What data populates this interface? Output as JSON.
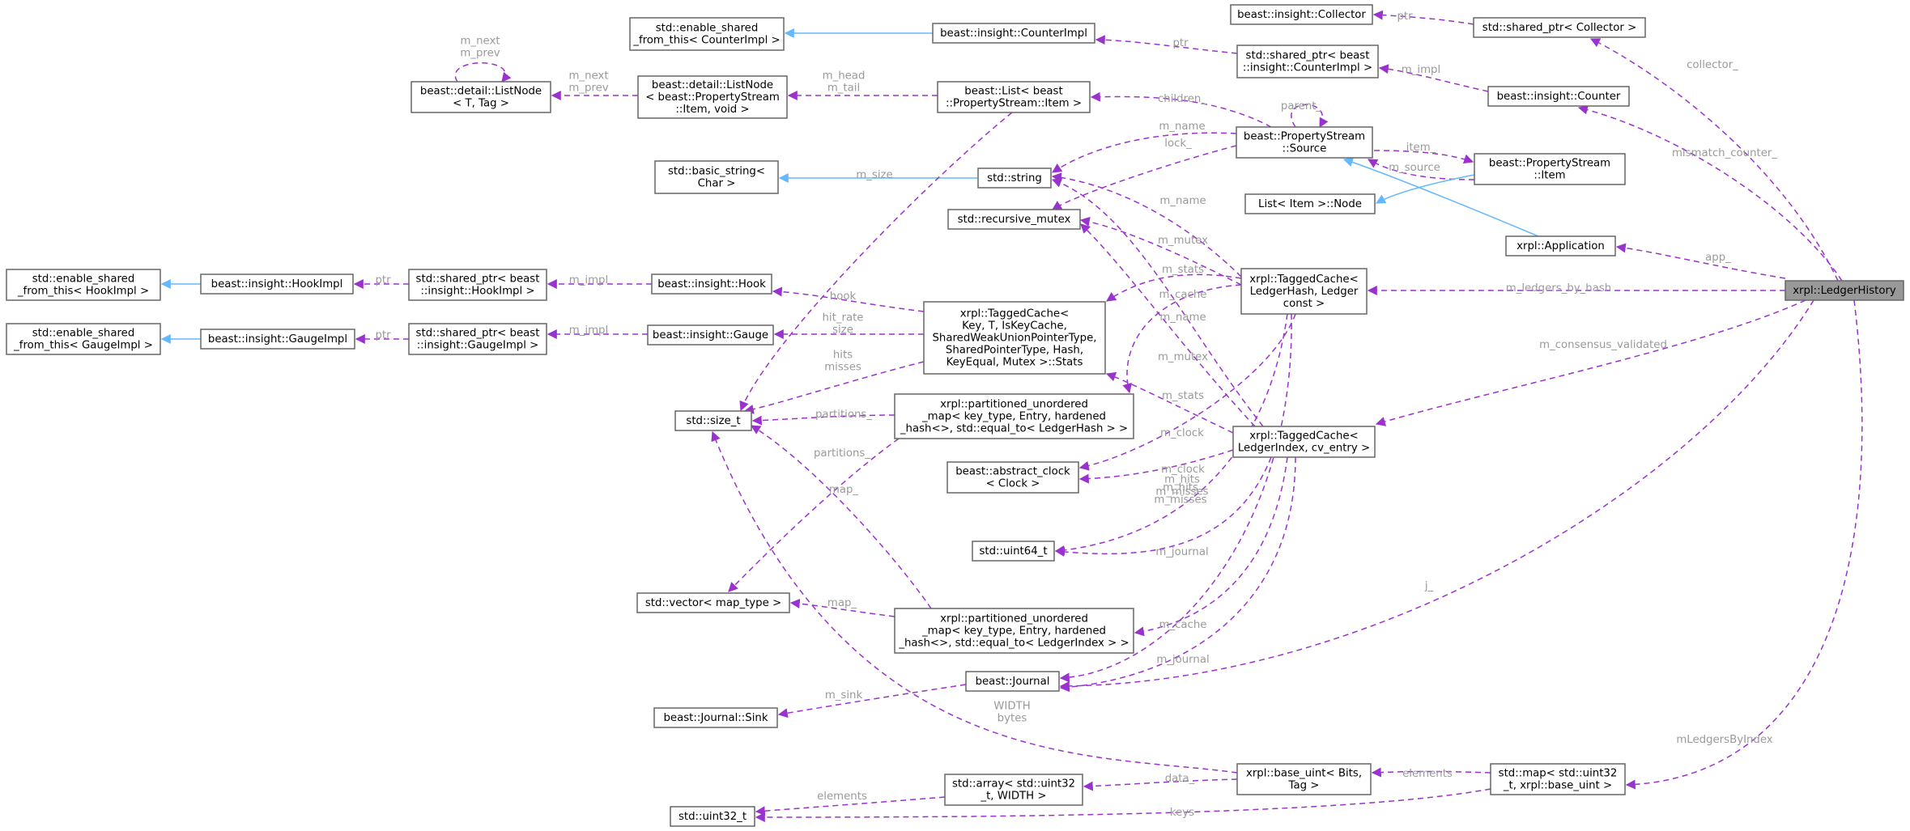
{
  "focus_node": "n_ledgerhistory",
  "colors": {
    "node_border": "#666666",
    "focus_fill": "#999999",
    "dependency_edge": "#9a32cd",
    "inheritance_edge": "#63b8ff",
    "edge_label": "#9a9a9a"
  },
  "nodes": [
    {
      "id": "n_collector",
      "lines": [
        "beast::insight::Collector"
      ]
    },
    {
      "id": "n_sp_collector",
      "lines": [
        "std::shared_ptr< Collector >"
      ]
    },
    {
      "id": "n_esft_counterimpl",
      "lines": [
        "std::enable_shared",
        "_from_this< CounterImpl >"
      ]
    },
    {
      "id": "n_counterimpl",
      "lines": [
        "beast::insight::CounterImpl"
      ]
    },
    {
      "id": "n_sp_counterimpl",
      "lines": [
        "std::shared_ptr< beast",
        "::insight::CounterImpl >"
      ]
    },
    {
      "id": "n_counter",
      "lines": [
        "beast::insight::Counter"
      ]
    },
    {
      "id": "n_listnode_ttag",
      "lines": [
        "beast::detail::ListNode",
        "< T, Tag >"
      ]
    },
    {
      "id": "n_listnode_item",
      "lines": [
        "beast::detail::ListNode",
        "< beast::PropertyStream",
        "::Item, void >"
      ]
    },
    {
      "id": "n_list_item",
      "lines": [
        "beast::List< beast",
        "::PropertyStream::Item >"
      ]
    },
    {
      "id": "n_ps_source",
      "lines": [
        "beast::PropertyStream",
        "::Source"
      ]
    },
    {
      "id": "n_ps_item",
      "lines": [
        "beast::PropertyStream",
        "::Item"
      ]
    },
    {
      "id": "n_basic_string",
      "lines": [
        "std::basic_string<",
        "Char >"
      ]
    },
    {
      "id": "n_string",
      "lines": [
        "std::string"
      ]
    },
    {
      "id": "n_list_node",
      "lines": [
        "List< Item >::Node"
      ]
    },
    {
      "id": "n_recursive_mutex",
      "lines": [
        "std::recursive_mutex"
      ]
    },
    {
      "id": "n_application",
      "lines": [
        "xrpl::Application"
      ]
    },
    {
      "id": "n_ledgerhistory",
      "lines": [
        "xrpl::LedgerHistory"
      ]
    },
    {
      "id": "n_esft_hookimpl",
      "lines": [
        "std::enable_shared",
        "_from_this< HookImpl >"
      ]
    },
    {
      "id": "n_hookimpl",
      "lines": [
        "beast::insight::HookImpl"
      ]
    },
    {
      "id": "n_sp_hookimpl",
      "lines": [
        "std::shared_ptr< beast",
        "::insight::HookImpl >"
      ]
    },
    {
      "id": "n_hook",
      "lines": [
        "beast::insight::Hook"
      ]
    },
    {
      "id": "n_tc_stats",
      "lines": [
        "xrpl::TaggedCache<",
        "Key, T, IsKeyCache,",
        "SharedWeakUnionPointerType,",
        "SharedPointerType, Hash,",
        "KeyEqual, Mutex >::Stats"
      ]
    },
    {
      "id": "n_tc_ledgerhash",
      "lines": [
        "xrpl::TaggedCache<",
        "LedgerHash, Ledger",
        "const >"
      ]
    },
    {
      "id": "n_esft_gaugeimpl",
      "lines": [
        "std::enable_shared",
        "_from_this< GaugeImpl >"
      ]
    },
    {
      "id": "n_gaugeimpl",
      "lines": [
        "beast::insight::GaugeImpl"
      ]
    },
    {
      "id": "n_sp_gaugeimpl",
      "lines": [
        "std::shared_ptr< beast",
        "::insight::GaugeImpl >"
      ]
    },
    {
      "id": "n_gauge",
      "lines": [
        "beast::insight::Gauge"
      ]
    },
    {
      "id": "n_size_t",
      "lines": [
        "std::size_t"
      ]
    },
    {
      "id": "n_pum_hash",
      "lines": [
        "xrpl::partitioned_unordered",
        "_map< key_type, Entry, hardened",
        "_hash<>, std::equal_to< LedgerHash > >"
      ]
    },
    {
      "id": "n_tc_ledgerindex",
      "lines": [
        "xrpl::TaggedCache<",
        "LedgerIndex, cv_entry >"
      ]
    },
    {
      "id": "n_abstract_clock",
      "lines": [
        "beast::abstract_clock",
        "< Clock >"
      ]
    },
    {
      "id": "n_uint64",
      "lines": [
        "std::uint64_t"
      ]
    },
    {
      "id": "n_vector_map",
      "lines": [
        "std::vector< map_type >"
      ]
    },
    {
      "id": "n_pum_index",
      "lines": [
        "xrpl::partitioned_unordered",
        "_map< key_type, Entry, hardened",
        "_hash<>, std::equal_to< LedgerIndex > >"
      ]
    },
    {
      "id": "n_journal",
      "lines": [
        "beast::Journal"
      ]
    },
    {
      "id": "n_journal_sink",
      "lines": [
        "beast::Journal::Sink"
      ]
    },
    {
      "id": "n_base_uint",
      "lines": [
        "xrpl::base_uint< Bits,",
        "Tag >"
      ]
    },
    {
      "id": "n_std_map",
      "lines": [
        "std::map< std::uint32",
        "_t, xrpl::base_uint >"
      ]
    },
    {
      "id": "n_std_array",
      "lines": [
        "std::array< std::uint32",
        "_t, WIDTH >"
      ]
    },
    {
      "id": "n_uint32",
      "lines": [
        "std::uint32_t"
      ]
    }
  ],
  "edges": [
    {
      "id": "e01",
      "from": "n_sp_collector",
      "to": "n_collector",
      "kind": "dependency",
      "labels": [
        "ptr"
      ]
    },
    {
      "id": "e02",
      "from": "n_ledgerhistory",
      "to": "n_sp_collector",
      "kind": "dependency",
      "labels": [
        "collector_"
      ]
    },
    {
      "id": "e03",
      "from": "n_counterimpl",
      "to": "n_esft_counterimpl",
      "kind": "inheritance",
      "labels": []
    },
    {
      "id": "e04",
      "from": "n_sp_counterimpl",
      "to": "n_counterimpl",
      "kind": "dependency",
      "labels": [
        "ptr"
      ]
    },
    {
      "id": "e05",
      "from": "n_counter",
      "to": "n_sp_counterimpl",
      "kind": "dependency",
      "labels": [
        "m_impl"
      ]
    },
    {
      "id": "e06",
      "from": "n_ledgerhistory",
      "to": "n_counter",
      "kind": "dependency",
      "labels": [
        "mismatch_counter_"
      ]
    },
    {
      "id": "e07",
      "from": "n_listnode_ttag",
      "to": "n_listnode_ttag",
      "kind": "dependency",
      "labels": [
        "m_next",
        "m_prev"
      ]
    },
    {
      "id": "e08",
      "from": "n_listnode_item",
      "to": "n_listnode_ttag",
      "kind": "dependency",
      "labels": [
        "m_next",
        "m_prev"
      ]
    },
    {
      "id": "e09",
      "from": "n_list_item",
      "to": "n_listnode_item",
      "kind": "dependency",
      "labels": [
        "m_head",
        "m_tail"
      ]
    },
    {
      "id": "e10",
      "from": "n_ps_source",
      "to": "n_list_item",
      "kind": "dependency",
      "labels": [
        "children_"
      ]
    },
    {
      "id": "e11",
      "from": "n_ps_source",
      "to": "n_ps_source",
      "kind": "dependency",
      "labels": [
        "parent_"
      ]
    },
    {
      "id": "e12",
      "from": "n_ps_source",
      "to": "n_ps_item",
      "kind": "dependency",
      "labels": [
        "item_"
      ]
    },
    {
      "id": "e13",
      "from": "n_ps_item",
      "to": "n_ps_source",
      "kind": "dependency",
      "labels": [
        "m_source"
      ]
    },
    {
      "id": "e14",
      "from": "n_ps_item",
      "to": "n_list_node",
      "kind": "inheritance",
      "labels": []
    },
    {
      "id": "e15",
      "from": "n_string",
      "to": "n_basic_string",
      "kind": "inheritance",
      "labels": [
        "m_size"
      ]
    },
    {
      "id": "e16",
      "from": "n_ps_source",
      "to": "n_string",
      "kind": "dependency",
      "labels": [
        "m_name"
      ]
    },
    {
      "id": "e17",
      "from": "n_ps_source",
      "to": "n_recursive_mutex",
      "kind": "dependency",
      "labels": [
        "lock_"
      ]
    },
    {
      "id": "e18",
      "from": "n_application",
      "to": "n_ps_source",
      "kind": "inheritance",
      "labels": []
    },
    {
      "id": "e19",
      "from": "n_ledgerhistory",
      "to": "n_application",
      "kind": "dependency",
      "labels": [
        "app_"
      ]
    },
    {
      "id": "e20",
      "from": "n_ledgerhistory",
      "to": "n_tc_ledgerhash",
      "kind": "dependency",
      "labels": [
        "m_ledgers_by_hash"
      ]
    },
    {
      "id": "e21",
      "from": "n_ledgerhistory",
      "to": "n_tc_ledgerindex",
      "kind": "dependency",
      "labels": [
        "m_consensus_validated"
      ]
    },
    {
      "id": "e22",
      "from": "n_ledgerhistory",
      "to": "n_journal",
      "kind": "dependency",
      "labels": [
        "j_"
      ]
    },
    {
      "id": "e23",
      "from": "n_ledgerhistory",
      "to": "n_std_map",
      "kind": "dependency",
      "labels": [
        "mLedgersByIndex"
      ]
    },
    {
      "id": "e24",
      "from": "n_hookimpl",
      "to": "n_esft_hookimpl",
      "kind": "inheritance",
      "labels": []
    },
    {
      "id": "e25",
      "from": "n_sp_hookimpl",
      "to": "n_hookimpl",
      "kind": "dependency",
      "labels": [
        "ptr"
      ]
    },
    {
      "id": "e26",
      "from": "n_hook",
      "to": "n_sp_hookimpl",
      "kind": "dependency",
      "labels": [
        "m_impl"
      ]
    },
    {
      "id": "e27",
      "from": "n_gaugeimpl",
      "to": "n_esft_gaugeimpl",
      "kind": "inheritance",
      "labels": []
    },
    {
      "id": "e28",
      "from": "n_sp_gaugeimpl",
      "to": "n_gaugeimpl",
      "kind": "dependency",
      "labels": [
        "ptr"
      ]
    },
    {
      "id": "e29",
      "from": "n_gauge",
      "to": "n_sp_gaugeimpl",
      "kind": "dependency",
      "labels": [
        "m_impl"
      ]
    },
    {
      "id": "e30",
      "from": "n_tc_stats",
      "to": "n_hook",
      "kind": "dependency",
      "labels": [
        "hook"
      ]
    },
    {
      "id": "e31",
      "from": "n_tc_stats",
      "to": "n_gauge",
      "kind": "dependency",
      "labels": [
        "hit_rate",
        "size"
      ]
    },
    {
      "id": "e32",
      "from": "n_tc_stats",
      "to": "n_size_t",
      "kind": "dependency",
      "labels": [
        "hits",
        "misses"
      ]
    },
    {
      "id": "e33",
      "from": "n_list_item",
      "to": "n_size_t",
      "kind": "dependency",
      "labels": []
    },
    {
      "id": "e34",
      "from": "n_tc_ledgerhash",
      "to": "n_string",
      "kind": "dependency",
      "labels": [
        "m_name"
      ]
    },
    {
      "id": "e35",
      "from": "n_tc_ledgerhash",
      "to": "n_recursive_mutex",
      "kind": "dependency",
      "labels": [
        "m_mutex"
      ]
    },
    {
      "id": "e36",
      "from": "n_tc_ledgerhash",
      "to": "n_tc_stats",
      "kind": "dependency",
      "labels": [
        "m_stats"
      ]
    },
    {
      "id": "e37",
      "from": "n_tc_ledgerhash",
      "to": "n_pum_hash",
      "kind": "dependency",
      "labels": [
        "m_cache"
      ]
    },
    {
      "id": "e38",
      "from": "n_tc_ledgerhash",
      "to": "n_abstract_clock",
      "kind": "dependency",
      "labels": [
        "m_clock"
      ]
    },
    {
      "id": "e39",
      "from": "n_tc_ledgerhash",
      "to": "n_uint64",
      "kind": "dependency",
      "labels": [
        "m_hits",
        "m_misses"
      ]
    },
    {
      "id": "e40",
      "from": "n_tc_ledgerhash",
      "to": "n_journal",
      "kind": "dependency",
      "labels": [
        "m_journal"
      ]
    },
    {
      "id": "e41",
      "from": "n_tc_ledgerindex",
      "to": "n_string",
      "kind": "dependency",
      "labels": [
        "m_name"
      ]
    },
    {
      "id": "e42",
      "from": "n_tc_ledgerindex",
      "to": "n_recursive_mutex",
      "kind": "dependency",
      "labels": [
        "m_mutex"
      ]
    },
    {
      "id": "e43",
      "from": "n_tc_ledgerindex",
      "to": "n_tc_stats",
      "kind": "dependency",
      "labels": [
        "m_stats"
      ]
    },
    {
      "id": "e44",
      "from": "n_tc_ledgerindex",
      "to": "n_abstract_clock",
      "kind": "dependency",
      "labels": [
        "m_clock"
      ]
    },
    {
      "id": "e45",
      "from": "n_tc_ledgerindex",
      "to": "n_uint64",
      "kind": "dependency",
      "labels": [
        "m_hits",
        "m_misses"
      ]
    },
    {
      "id": "e46",
      "from": "n_tc_ledgerindex",
      "to": "n_pum_index",
      "kind": "dependency",
      "labels": [
        "m_cache"
      ]
    },
    {
      "id": "e47",
      "from": "n_tc_ledgerindex",
      "to": "n_journal",
      "kind": "dependency",
      "labels": [
        "m_journal"
      ]
    },
    {
      "id": "e48",
      "from": "n_pum_hash",
      "to": "n_size_t",
      "kind": "dependency",
      "labels": [
        "partitions_"
      ]
    },
    {
      "id": "e49",
      "from": "n_pum_hash",
      "to": "n_vector_map",
      "kind": "dependency",
      "labels": [
        "map_"
      ]
    },
    {
      "id": "e50",
      "from": "n_pum_index",
      "to": "n_size_t",
      "kind": "dependency",
      "labels": [
        "partitions_"
      ]
    },
    {
      "id": "e51",
      "from": "n_pum_index",
      "to": "n_vector_map",
      "kind": "dependency",
      "labels": [
        "map_"
      ]
    },
    {
      "id": "e52",
      "from": "n_journal",
      "to": "n_journal_sink",
      "kind": "dependency",
      "labels": [
        "m_sink"
      ]
    },
    {
      "id": "e53",
      "from": "n_base_uint",
      "to": "n_size_t",
      "kind": "dependency",
      "labels": [
        "WIDTH",
        "bytes"
      ]
    },
    {
      "id": "e54",
      "from": "n_base_uint",
      "to": "n_std_array",
      "kind": "dependency",
      "labels": [
        "data_"
      ]
    },
    {
      "id": "e55",
      "from": "n_std_map",
      "to": "n_base_uint",
      "kind": "dependency",
      "labels": [
        "elements"
      ]
    },
    {
      "id": "e56",
      "from": "n_std_map",
      "to": "n_uint32",
      "kind": "dependency",
      "labels": [
        "keys"
      ]
    },
    {
      "id": "e57",
      "from": "n_std_array",
      "to": "n_uint32",
      "kind": "dependency",
      "labels": [
        "elements"
      ]
    }
  ]
}
